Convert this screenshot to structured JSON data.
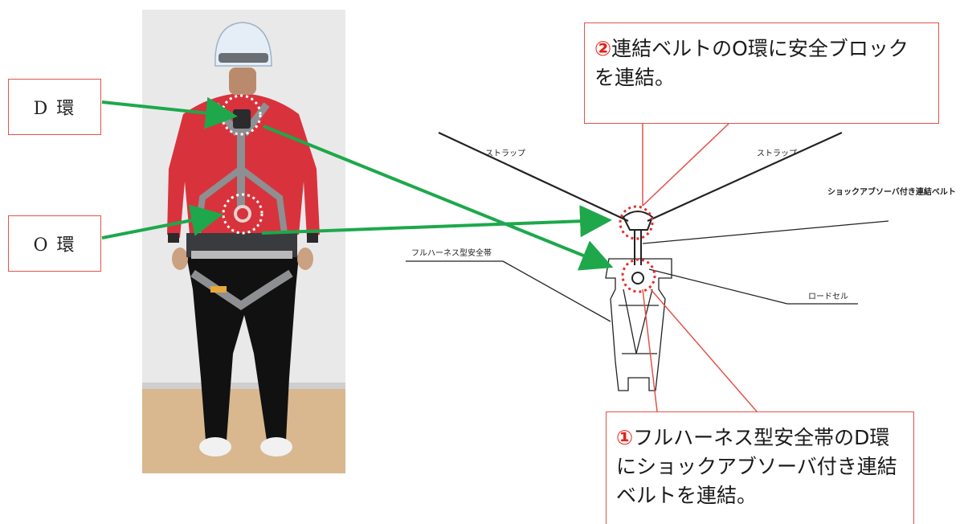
{
  "photo_labels": {
    "d_ring": "D 環",
    "o_ring": "O 環"
  },
  "diagram_labels": {
    "strap_left": "ストラップ",
    "strap_right": "ストラップ",
    "shock_belt": "ショックアブソーバ付き連結ベルト",
    "full_harness": "フルハーネス型安全帯",
    "load_cell": "ロードセル"
  },
  "notes": {
    "note2_number": "②",
    "note2_line1": "連結ベルトのO環に安全ブロック",
    "note2_line2": "を連結。",
    "note1_number": "①",
    "note1_line1": "フルハーネス型安全帯のD環",
    "note1_line2": "にショックアブソーバ付き連結",
    "note1_line3": "ベルトを連結。"
  },
  "colors": {
    "arrow": "#1ea84b",
    "callout_border": "#e2534a",
    "dotted_circle": "#e03030",
    "jacket": "#d8333c"
  }
}
